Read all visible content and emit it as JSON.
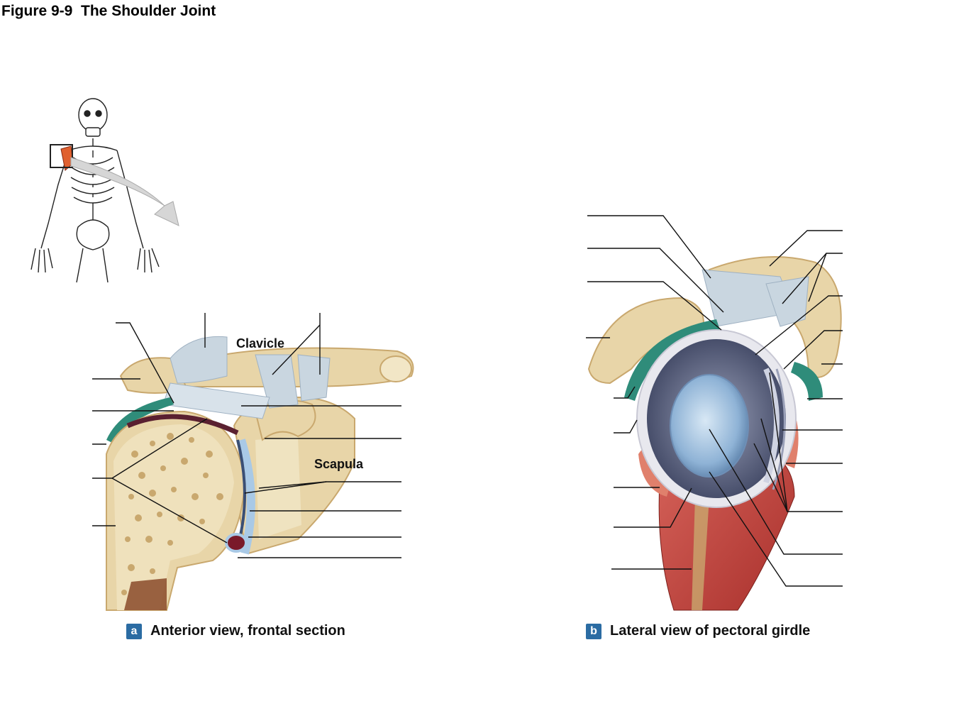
{
  "figure": {
    "title": "Figure 9-9  The Shoulder Joint"
  },
  "panel_a": {
    "badge": "a",
    "caption": "Anterior view, frontal section",
    "labels": {
      "clavicle": "Clavicle",
      "scapula": "Scapula"
    }
  },
  "panel_b": {
    "badge": "b",
    "caption": "Lateral view of pectoral girdle"
  },
  "colors": {
    "bone": "#e8d5a8",
    "bone_dark": "#c9a86e",
    "ligament": "#c9d6e0",
    "cartilage": "#a9c9e6",
    "bursa": "#2f8c7a",
    "muscle": "#c8463f",
    "highlight": "#e0602f"
  }
}
